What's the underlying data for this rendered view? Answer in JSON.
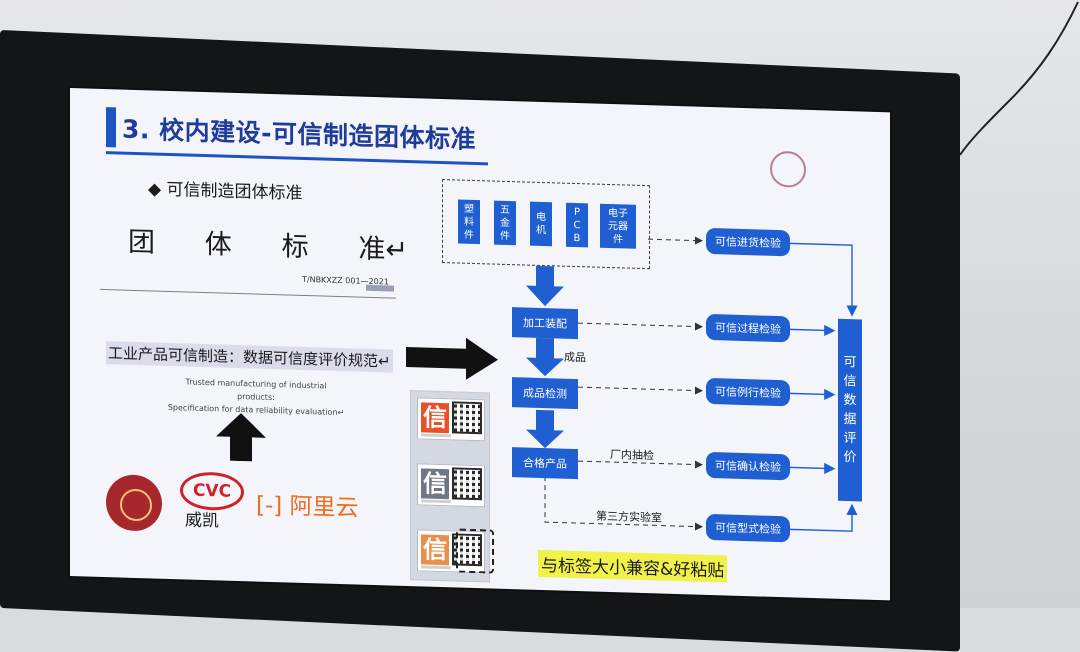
{
  "slide": {
    "title": "3. 校内建设-可信制造团体标准",
    "bullet": "◆ 可信制造团体标准",
    "std_heading_chars": [
      "团",
      "体",
      "标",
      "准↵"
    ],
    "std_code": "T/NBKXZZ 001—2021",
    "std_name": "工业产品可信制造：数据可信度评价规范↵",
    "std_en_line1": "Trusted manufacturing of industrial products:",
    "std_en_line2": "Specification for data reliability evaluation↵",
    "cvc_logo": "CVC",
    "cvc_name": "威凯",
    "aliyun": "[-] 阿里云",
    "tag_glyph": "信",
    "compat_label": "与标签大小兼容&好粘贴"
  },
  "flow": {
    "parts": [
      "塑\n料\n件",
      "五\n金\n件",
      "电\n机",
      "P\nC\nB",
      "电子\n元器\n件"
    ],
    "assembly": "加工装配",
    "finished_label": "成品",
    "finished_test": "成品检测",
    "qualified": "合格产品",
    "factory_sample": "厂内抽检",
    "third_party": "第三方实验室",
    "checks": [
      "可信进货检验",
      "可信过程检验",
      "可信例行检验",
      "可信确认检验",
      "可信型式检验"
    ],
    "eval": "可\n信\n数\n据\n评\n价"
  },
  "colors": {
    "accent_blue": "#1f5fd1",
    "title_blue": "#1f3c9a",
    "highlight_yellow": "#f0f24a",
    "cvc_red": "#d02128",
    "aliyun_orange": "#f26b1d",
    "seal_red": "#a6282c"
  }
}
